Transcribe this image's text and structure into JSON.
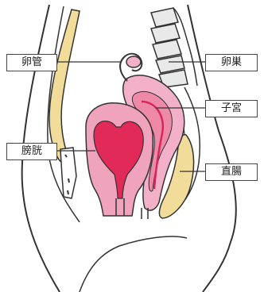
{
  "labels": {
    "fallopian_tube": "卵管",
    "ovary": "卵巣",
    "uterus": "子宮",
    "bladder": "膀胱",
    "rectum": "直腸"
  },
  "colors": {
    "outline": "#333333",
    "spine": "#e9e9e9",
    "bone": "#f2dc9a",
    "uterus_outer": "#f3b1c9",
    "uterus_inner": "#ee8aa8",
    "bladder_outer": "#f0a3bd",
    "bladder_inner": "#e12a57",
    "canal": "#d8265a"
  }
}
